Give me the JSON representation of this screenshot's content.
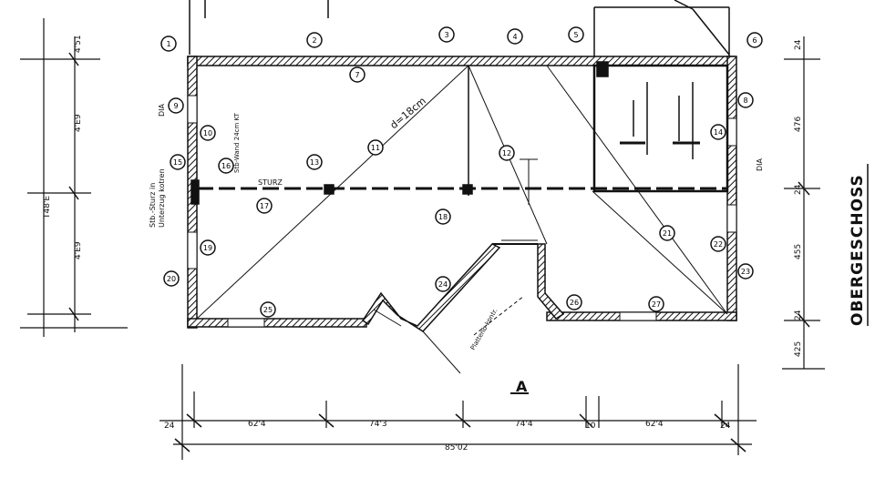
{
  "title": "OBERGESCHOSS",
  "dimensions": {
    "bottom_segments": [
      "24",
      "62'4",
      "74'3",
      "74'4",
      "10",
      "62'4",
      "24"
    ],
    "bottom_total": "85'02",
    "left_segments": [
      "4'E9",
      "4'E9",
      "4'51"
    ],
    "left_total": "T48'E",
    "right_segments": [
      "24",
      "476",
      "24",
      "455",
      "24",
      "425"
    ]
  },
  "notes": {
    "span": "d=18cm",
    "left_side": [
      "Stb.-Sturz in",
      "Unterzug kotren"
    ],
    "beam": "STURZ",
    "dia_right": "DIA",
    "dia_left": "DIA",
    "wall_note": "Stb-Wand 24cm KT",
    "bottom_note": "Plattenb-kontr.",
    "arrow_letter": "A"
  },
  "marker_numbers": [
    "1",
    "2",
    "3",
    "4",
    "5",
    "6",
    "7",
    "8",
    "9",
    "10",
    "11",
    "12",
    "13",
    "14",
    "15",
    "16",
    "17",
    "18",
    "19",
    "20",
    "21",
    "22",
    "23",
    "24",
    "25",
    "26",
    "27"
  ]
}
